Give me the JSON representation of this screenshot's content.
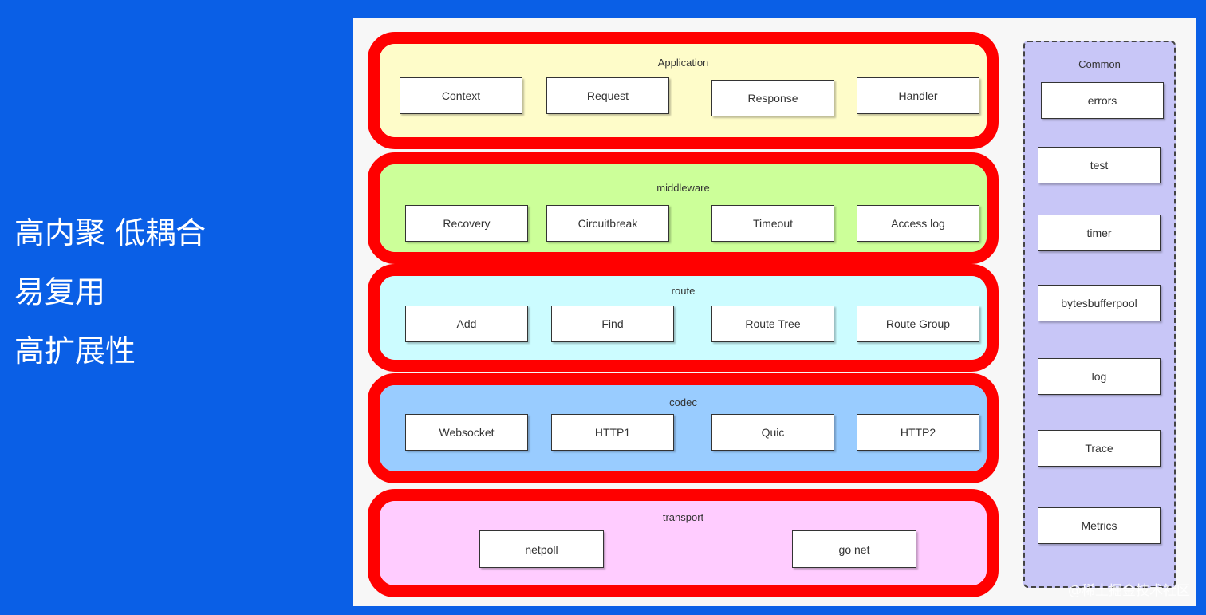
{
  "bullets": [
    "高内聚  低耦合",
    "易复用",
    "高扩展性"
  ],
  "layers": [
    {
      "id": "application",
      "title": "Application",
      "color": "#fefcc9",
      "items": [
        "Context",
        "Request",
        "Response",
        "Handler"
      ]
    },
    {
      "id": "middleware",
      "title": "middleware",
      "color": "#ccff99",
      "items": [
        "Recovery",
        "Circuitbreak",
        "Timeout",
        "Access log"
      ]
    },
    {
      "id": "route",
      "title": "route",
      "color": "#ccfcff",
      "items": [
        "Add",
        "Find",
        "Route Tree",
        "Route Group"
      ]
    },
    {
      "id": "codec",
      "title": "codec",
      "color": "#99ccff",
      "items": [
        "Websocket",
        "HTTP1",
        "Quic",
        "HTTP2"
      ]
    },
    {
      "id": "transport",
      "title": "transport",
      "color": "#ffccff",
      "items": [
        "netpoll",
        "go net"
      ]
    }
  ],
  "common": {
    "title": "Common",
    "color": "#c8c6f7",
    "items": [
      "errors",
      "test",
      "timer",
      "bytesbufferpool",
      "log",
      "Trace",
      "Metrics"
    ]
  },
  "watermark": "@稀土掘金技术社区",
  "colors": {
    "page_background": "#0a5fe6",
    "layer_border": "#ff0000",
    "canvas_background": "#f7f7f7"
  }
}
